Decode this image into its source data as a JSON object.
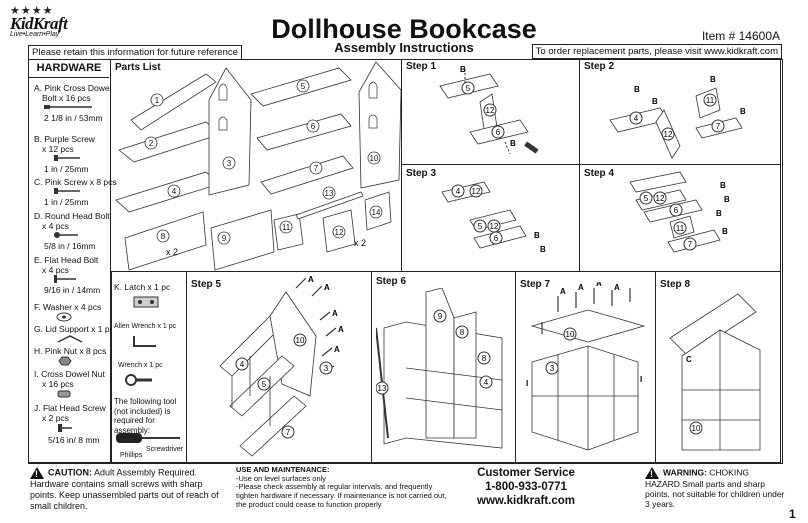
{
  "header": {
    "brand": "KidKraft",
    "brand_tagline": "Live•Learn•Play",
    "title": "Dollhouse Bookcase",
    "subtitle": "Assembly Instructions",
    "item_number": "Item # 14600A",
    "retain_note": "Please retain this information for future reference",
    "replacement_note": "To order replacement parts, please visit www.kidkraft.com"
  },
  "hardware": {
    "heading": "HARDWARE",
    "items": [
      {
        "name": "A. Pink Cross Dowel",
        "qty": "Bolt x 16 pcs",
        "size": "2 1/8 in / 53mm"
      },
      {
        "name": "B. Purple Screw",
        "qty": "x 12 pcs",
        "size": "1 in / 25mm"
      },
      {
        "name": "C. Pink Screw x 8 pcs",
        "qty": "",
        "size": "1 in / 25mm"
      },
      {
        "name": "D. Round Head Bolt",
        "qty": "x 4 pcs",
        "size": "5/8 in / 16mm"
      },
      {
        "name": "E. Flat Head Bolt",
        "qty": "x 4 pcs",
        "size": "9/16 in / 14mm"
      },
      {
        "name": "F. Washer x 4 pcs",
        "qty": "",
        "size": ""
      },
      {
        "name": "G. Lid Support x 1 pc",
        "qty": "",
        "size": ""
      },
      {
        "name": "H. Pink Nut x 8 pcs",
        "qty": "",
        "size": ""
      },
      {
        "name": "I. Cross Dowel Nut",
        "qty": "x 16 pcs",
        "size": ""
      },
      {
        "name": "J. Flat Head Screw",
        "qty": "x 2 pcs",
        "size": "5/16 in/ 8 mm"
      }
    ],
    "latch": "K. Latch x 1 pc",
    "allen_wrench": "Allen Wrench x 1 pc",
    "wrench": "Wrench x 1 pc",
    "tool_note": "The following tool (not included) is required for assembly:",
    "phillips": "Phillips",
    "screwdriver": "Screwdriver"
  },
  "parts_list": {
    "heading": "Parts List",
    "numbers": [
      "1",
      "2",
      "3",
      "4",
      "5",
      "6",
      "7",
      "8",
      "9",
      "10",
      "11",
      "12",
      "13",
      "14"
    ],
    "x2_a": "x 2",
    "x2_b": "x 2"
  },
  "steps": {
    "s1": "Step 1",
    "s2": "Step 2",
    "s3": "Step 3",
    "s4": "Step 4",
    "s5": "Step 5",
    "s6": "Step 6",
    "s7": "Step 7",
    "s8": "Step 8",
    "letter_a": "A",
    "letter_b": "B",
    "letter_c": "C",
    "letter_i": "I"
  },
  "footer": {
    "caution_label": "CAUTION:",
    "caution_text": " Adult Assembly Required. Hardware contains small screws with sharp points. Keep unassembled parts out of reach of small children.",
    "use_heading": "USE AND MAINTENANCE:",
    "use_1": "-Use on level surfaces only",
    "use_2": "-Please check assembly at regular intervals, and frequently tighten hardware if necessary. If maintenance is not carried out, the product could cease to function properly",
    "cs_title": "Customer Service",
    "cs_phone": "1-800-933-0771",
    "cs_web": "www.kidkraft.com",
    "warning_label": "WARNING:",
    "warning_text": " CHOKING HAZARD Small parts and sharp points, not suitable for children under 3 years.",
    "page_number": "1"
  }
}
